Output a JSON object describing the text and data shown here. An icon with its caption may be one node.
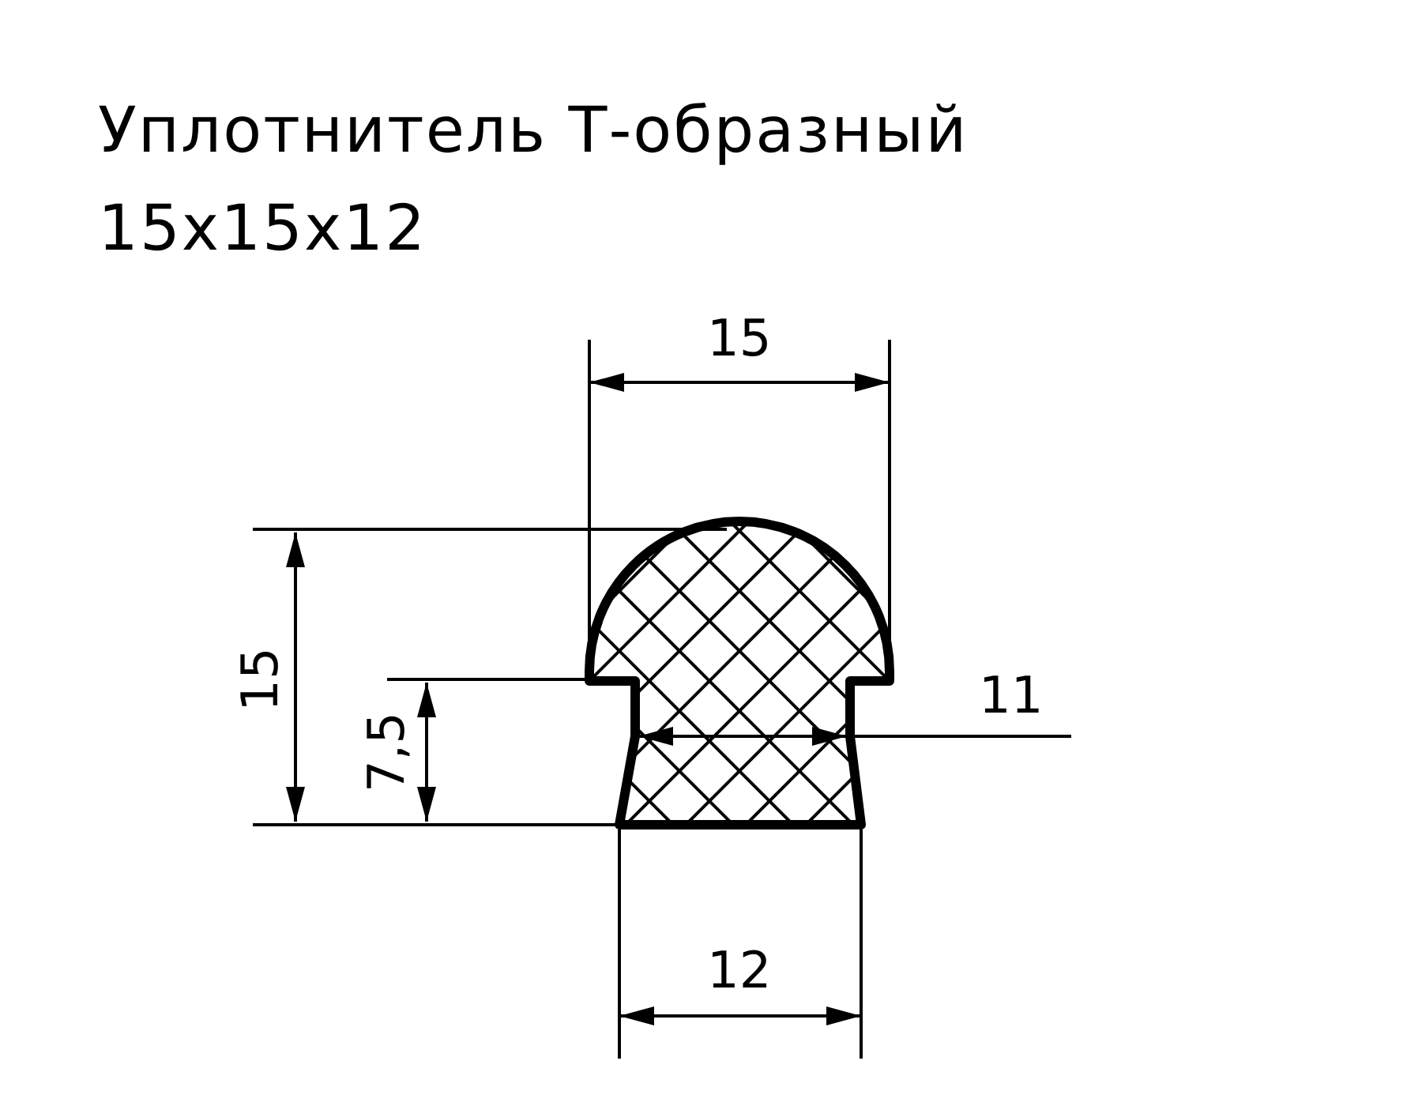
{
  "diagram": {
    "title": "Уплотнитель Т-образный 15x15x12",
    "labels": [
      "15",
      "15",
      "11",
      "7,5",
      "12"
    ]
  }
}
